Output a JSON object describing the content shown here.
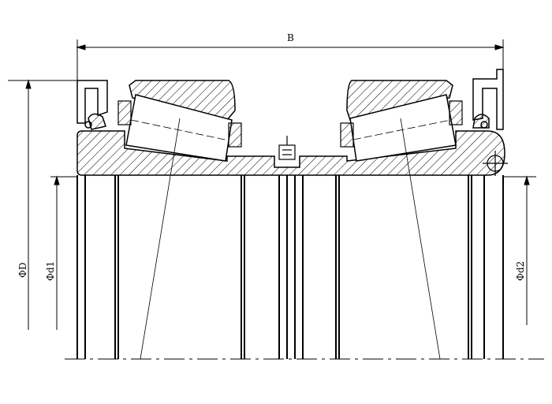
{
  "labels": {
    "width": "B",
    "outer_diameter": "ΦD",
    "inner_diameter_1": "Φd1",
    "inner_diameter_2": "Φd2"
  },
  "colors": {
    "line": "#000000",
    "background": "#ffffff"
  }
}
